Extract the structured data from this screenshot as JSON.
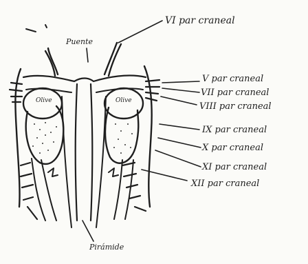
{
  "labels": {
    "vi": "VI par craneal",
    "puente": "Puente",
    "v": "V par craneal",
    "vii": "VII par craneal",
    "viii": "VIII par craneal",
    "ix": "IX par craneal",
    "x": "X par craneal",
    "xi": "XI par craneal",
    "xii": "XII par craneal",
    "piramide": "Pirámide",
    "oliva_left": "Olive",
    "oliva_right": "Olive"
  }
}
